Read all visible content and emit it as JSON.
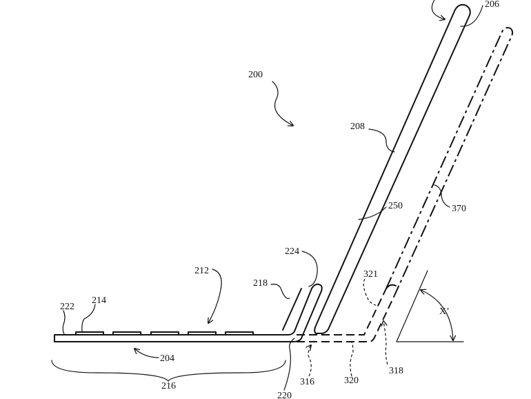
{
  "figure": {
    "labels": {
      "l200": "200",
      "l206": "206",
      "l208": "208",
      "l250": "250",
      "l370": "370",
      "l224": "224",
      "l218": "218",
      "l212": "212",
      "l214": "214",
      "l222": "222",
      "l204": "204",
      "l216": "216",
      "l220": "220",
      "l316": "316",
      "l320": "320",
      "l318": "318",
      "l321": "321",
      "angle": "X’"
    }
  }
}
